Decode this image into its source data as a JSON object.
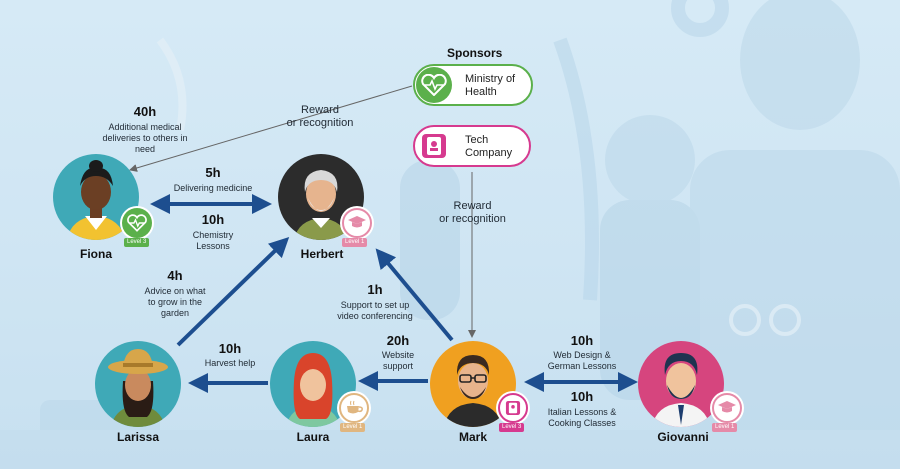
{
  "sponsors": {
    "title": "Sponsors",
    "items": [
      {
        "name": "Ministry of Health",
        "line1": "Ministry of",
        "line2": "Health",
        "color": "#5bb04b",
        "icon": "heart-pulse-icon"
      },
      {
        "name": "Tech Company",
        "line1": "Tech",
        "line2": "Company",
        "color": "#d63a8f",
        "icon": "tablet-icon"
      }
    ],
    "reward_top_1": "Reward",
    "reward_top_2": "or recognition",
    "reward_mid_1": "Reward",
    "reward_mid_2": "or recognition"
  },
  "people": {
    "fiona": {
      "name": "Fiona",
      "level": "Level 3",
      "badge_icon": "heart-pulse-icon",
      "badge_color": "#5bb04b"
    },
    "herbert": {
      "name": "Herbert",
      "level": "Level 1",
      "badge_icon": "graduation-cap-icon",
      "badge_color": "#e58aa8"
    },
    "larissa": {
      "name": "Larissa"
    },
    "laura": {
      "name": "Laura",
      "level": "Level 1",
      "badge_icon": "tea-cup-icon",
      "badge_color": "#e0b680"
    },
    "mark": {
      "name": "Mark",
      "level": "Level 3",
      "badge_icon": "tablet-icon",
      "badge_color": "#d63a8f"
    },
    "giovanni": {
      "name": "Giovanni",
      "level": "Level 1",
      "badge_icon": "graduation-cap-icon",
      "badge_color": "#e58aa8"
    }
  },
  "exchanges": {
    "fiona_extra": {
      "hours": "40h",
      "line1": "Additional medical",
      "line2": "deliveries to others in",
      "line3": "need"
    },
    "fiona_herbert_top": {
      "hours": "5h",
      "line1": "Delivering medicine"
    },
    "fiona_herbert_bottom": {
      "hours": "10h",
      "line1": "Chemistry",
      "line2": "Lessons"
    },
    "larissa_herbert": {
      "hours": "4h",
      "line1": "Advice on what",
      "line2": "to grow in the",
      "line3": "garden"
    },
    "laura_larissa": {
      "hours": "10h",
      "line1": "Harvest help"
    },
    "mark_herbert": {
      "hours": "1h",
      "line1": "Support to set up",
      "line2": "video conferencing"
    },
    "mark_laura": {
      "hours": "20h",
      "line1": "Website",
      "line2": "support"
    },
    "mark_giovanni_top": {
      "hours": "10h",
      "line1": "Web Design &",
      "line2": "German Lessons"
    },
    "mark_giovanni_bottom": {
      "hours": "10h",
      "line1": "Italian Lessons &",
      "line2": "Cooking Classes"
    }
  },
  "colors": {
    "arrow": "#1d4e8f",
    "thin_arrow": "#666666"
  }
}
